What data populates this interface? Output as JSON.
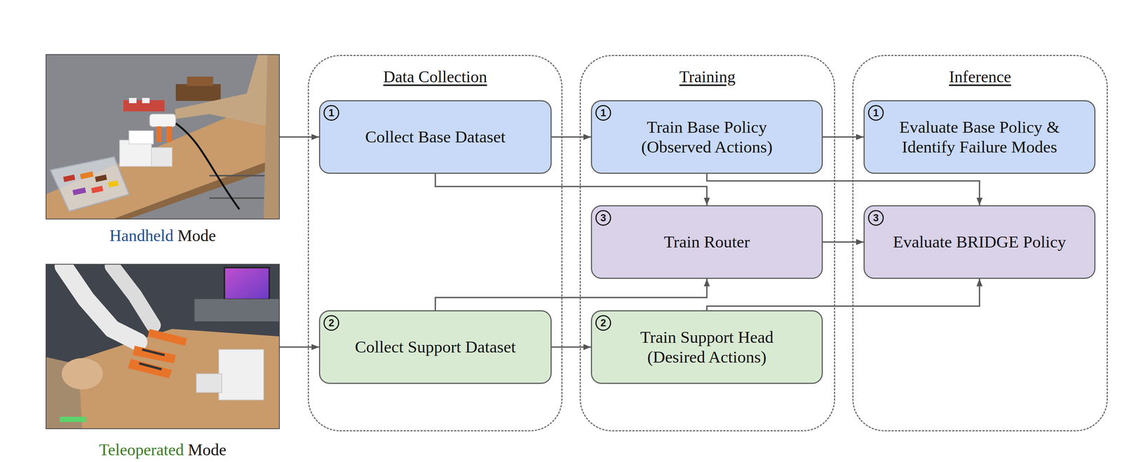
{
  "diagram": {
    "nodes": [
      {
        "text": [
          "Handheld Mode"
        ]
      },
      {
        "text": [
          "Teleoperated Mode"
        ]
      },
      {
        "text": [
          "Data Collection"
        ]
      },
      {
        "text": [
          "Collect Base Dataset"
        ],
        "in": 2
      },
      {
        "text": [
          "Collect Support Dataset"
        ],
        "in": 2
      },
      {
        "text": [
          "Training"
        ]
      },
      {
        "text": [
          "Train Base Policy (Observed Actions)"
        ],
        "in": 5
      },
      {
        "text": [
          "Train Router"
        ],
        "in": 5
      },
      {
        "text": [
          "Train Support Head (Desired Actions)"
        ],
        "in": 5
      },
      {
        "text": [
          "Inference"
        ]
      },
      {
        "text": [
          "Evaluate Base Policy & Identify Failure Modes"
        ],
        "in": 9
      },
      {
        "text": [
          "Evaluate BRIDGE Policy"
        ],
        "in": 9
      }
    ],
    "edges": [
      {
        "from": 0,
        "to": 3,
        "arrow": "to"
      },
      {
        "from": 1,
        "to": 4,
        "arrow": "to"
      },
      {
        "from": 3,
        "to": 6,
        "arrow": "to"
      },
      {
        "from": 3,
        "to": 7,
        "arrow": "to"
      },
      {
        "from": 4,
        "to": 7,
        "arrow": "to"
      },
      {
        "from": 4,
        "to": 8,
        "arrow": "to"
      },
      {
        "from": 6,
        "to": 10,
        "arrow": "to"
      },
      {
        "from": 6,
        "to": 11,
        "arrow": "to"
      },
      {
        "from": 7,
        "to": 11,
        "arrow": "to"
      },
      {
        "from": 8,
        "to": 11,
        "arrow": "to"
      }
    ],
    "labels": [
      "1",
      "2",
      "1",
      "3",
      "2",
      "1",
      "3"
    ]
  }
}
